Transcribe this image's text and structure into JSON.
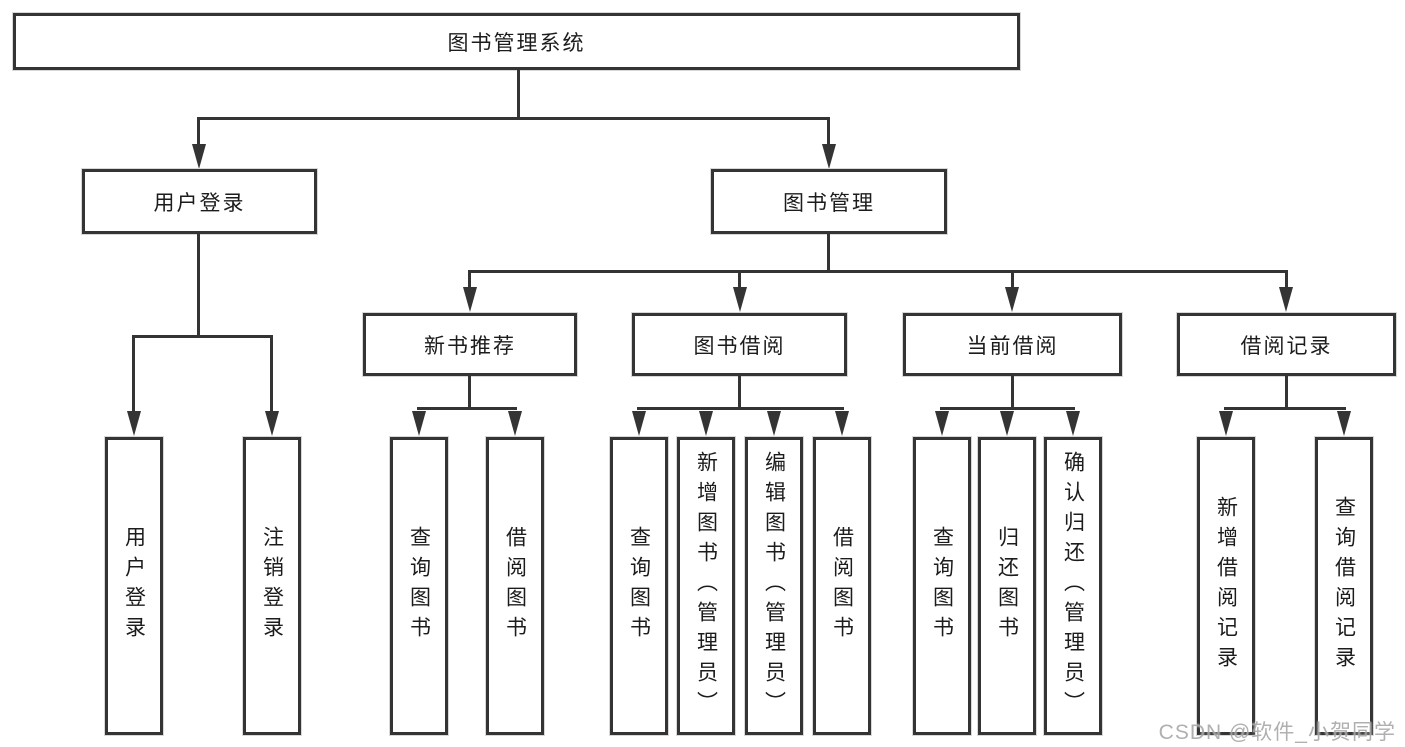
{
  "diagram": {
    "title": "图书管理系统",
    "root": {
      "label": "图书管理系统"
    },
    "level2": [
      {
        "id": "user-login",
        "label": "用户登录"
      },
      {
        "id": "book-management",
        "label": "图书管理"
      }
    ],
    "level3": [
      {
        "id": "new-book-recommendation",
        "parent": "book-management",
        "label": "新书推荐"
      },
      {
        "id": "book-borrowing",
        "parent": "book-management",
        "label": "图书借阅"
      },
      {
        "id": "current-borrowing",
        "parent": "book-management",
        "label": "当前借阅"
      },
      {
        "id": "borrowing-records",
        "parent": "book-management",
        "label": "借阅记录"
      }
    ],
    "leaves": [
      {
        "parent": "user-login",
        "label": "用户登录"
      },
      {
        "parent": "user-login",
        "label": "注销登录"
      },
      {
        "parent": "new-book-recommendation",
        "label": "查询图书"
      },
      {
        "parent": "new-book-recommendation",
        "label": "借阅图书"
      },
      {
        "parent": "book-borrowing",
        "label": "查询图书"
      },
      {
        "parent": "book-borrowing",
        "label": "新增图书（管理员）"
      },
      {
        "parent": "book-borrowing",
        "label": "编辑图书（管理员）"
      },
      {
        "parent": "book-borrowing",
        "label": "借阅图书"
      },
      {
        "parent": "current-borrowing",
        "label": "查询图书"
      },
      {
        "parent": "current-borrowing",
        "label": "归还图书"
      },
      {
        "parent": "current-borrowing",
        "label": "确认归还（管理员）"
      },
      {
        "parent": "borrowing-records",
        "label": "新增借阅记录"
      },
      {
        "parent": "borrowing-records",
        "label": "查询借阅记录"
      }
    ]
  },
  "watermark": {
    "text": "CSDN @软件_小贺同学",
    "color": "#a8a8a8"
  },
  "colors": {
    "line": "#343434",
    "text": "#1c1c1c",
    "box_background": "#ffffff",
    "page_background": "#ffffff"
  }
}
